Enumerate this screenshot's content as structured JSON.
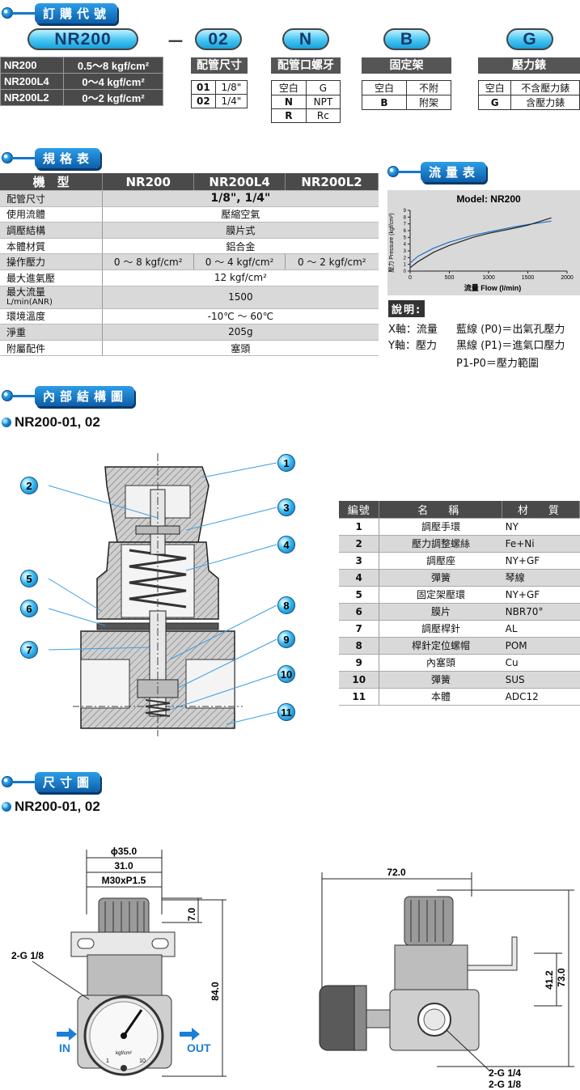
{
  "order_section": {
    "title": "訂購代號"
  },
  "order_codes": {
    "model_pill": "NR200",
    "dash": "－",
    "port_pill": "02",
    "thread_pill": "N",
    "bracket_pill": "B",
    "gauge_pill": "G",
    "models": [
      {
        "name": "NR200",
        "range": "0.5～8 kgf/cm²"
      },
      {
        "name": "NR200L4",
        "range": "0～4 kgf/cm²"
      },
      {
        "name": "NR200L2",
        "range": "0～2 kgf/cm²"
      }
    ],
    "port": {
      "title": "配管尺寸",
      "rows": [
        [
          "01",
          "1/8\""
        ],
        [
          "02",
          "1/4\""
        ]
      ]
    },
    "thread": {
      "title": "配管口螺牙",
      "rows": [
        [
          "空白",
          "G"
        ],
        [
          "N",
          "NPT"
        ],
        [
          "R",
          "Rc"
        ]
      ]
    },
    "bracket": {
      "title": "固定架",
      "rows": [
        [
          "空白",
          "不附"
        ],
        [
          "B",
          "附架"
        ]
      ]
    },
    "gauge": {
      "title": "壓力錶",
      "rows": [
        [
          "空白",
          "不含壓力錶"
        ],
        [
          "G",
          "含壓力錶"
        ]
      ]
    }
  },
  "spec_section": {
    "title": "規格表"
  },
  "spec_table": {
    "header": [
      "機　型",
      "NR200",
      "NR200L4",
      "NR200L2"
    ],
    "rows": [
      {
        "label": "配管尺寸",
        "value": "1/8\", 1/4\""
      },
      {
        "label": "使用流體",
        "value": "壓縮空氣"
      },
      {
        "label": "調壓結構",
        "value": "膜片式"
      },
      {
        "label": "本體材質",
        "value": "鋁合金"
      },
      {
        "label": "操作壓力",
        "values": [
          "0 ～ 8 kgf/cm²",
          "0 ～ 4 kgf/cm²",
          "0 ～ 2 kgf/cm²"
        ]
      },
      {
        "label": "最大進氣壓",
        "value": "12 kgf/cm²"
      },
      {
        "label": "最大流量",
        "sublabel": "L/min(ANR)",
        "value": "1500"
      },
      {
        "label": "環境溫度",
        "value": "-10℃ ～ 60℃"
      },
      {
        "label": "淨重",
        "value": "205g"
      },
      {
        "label": "附屬配件",
        "value": "塞頭"
      }
    ]
  },
  "flow_section": {
    "title": "流量表"
  },
  "chart_data": {
    "type": "line",
    "title": "Model: NR200",
    "xlabel": "流量 Flow (l/min)",
    "ylabel": "壓力 Pressure (kgf/cm²)",
    "xlim": [
      0,
      2000
    ],
    "ylim": [
      0,
      9
    ],
    "xticks": [
      0,
      500,
      1000,
      1500,
      2000
    ],
    "yticks": [
      0,
      1,
      2,
      3,
      4,
      5,
      6,
      7,
      8,
      9
    ],
    "grid": false,
    "series": [
      {
        "color": "#1a6fc4",
        "x": [
          0,
          100,
          300,
          500,
          800,
          1000,
          1300,
          1500,
          1800
        ],
        "y": [
          1.2,
          2.2,
          3.4,
          4.3,
          5.3,
          5.8,
          6.5,
          6.9,
          7.4
        ]
      },
      {
        "color": "#222222",
        "x": [
          0,
          100,
          300,
          500,
          800,
          1000,
          1300,
          1500,
          1800
        ],
        "y": [
          0.5,
          1.4,
          2.8,
          3.8,
          5.0,
          5.6,
          6.3,
          6.8,
          7.9
        ]
      }
    ]
  },
  "legend": {
    "title": "說明:",
    "lines": [
      [
        "X軸：流量",
        "藍線 (P0)＝出氣孔壓力"
      ],
      [
        "Y軸：壓力",
        "黑線 (P1)＝進氣口壓力"
      ],
      [
        "",
        "P1-P0＝壓力範圍"
      ]
    ]
  },
  "internal_section": {
    "title": "內部結構圖"
  },
  "internal_subtitle": "NR200-01, 02",
  "parts_table": {
    "header": [
      "編號",
      "名　稱",
      "材　質"
    ],
    "rows": [
      [
        "1",
        "調壓手環",
        "NY"
      ],
      [
        "2",
        "壓力調整螺絲",
        "Fe+Ni"
      ],
      [
        "3",
        "調壓座",
        "NY+GF"
      ],
      [
        "4",
        "彈簧",
        "琴線"
      ],
      [
        "5",
        "固定架壓環",
        "NY+GF"
      ],
      [
        "6",
        "膜片",
        "NBR70°"
      ],
      [
        "7",
        "調壓桿針",
        "AL"
      ],
      [
        "8",
        "桿針定位螺帽",
        "POM"
      ],
      [
        "9",
        "內塞頭",
        "Cu"
      ],
      [
        "10",
        "彈簧",
        "SUS"
      ],
      [
        "11",
        "本體",
        "ADC12"
      ]
    ]
  },
  "callouts": [
    "1",
    "2",
    "3",
    "4",
    "5",
    "6",
    "7",
    "8",
    "9",
    "10",
    "11"
  ],
  "dimension_section": {
    "title": "尺寸圖"
  },
  "dimension_subtitle": "NR200-01, 02",
  "dimensions": {
    "phi": "ϕ35.0",
    "width": "31.0",
    "thread": "M30xP1.5",
    "top": "7.0",
    "height": "84.0",
    "port_left": "2-G 1/8",
    "in": "IN",
    "out": "OUT",
    "gauge_unit": "kgf/cm²",
    "gauge_min": "1",
    "gauge_max": "10",
    "side_width": "72.0",
    "side_height": "73.0",
    "side_mid": "41.2",
    "port_1": "2-G 1/4",
    "port_2": "2-G 1/8"
  }
}
